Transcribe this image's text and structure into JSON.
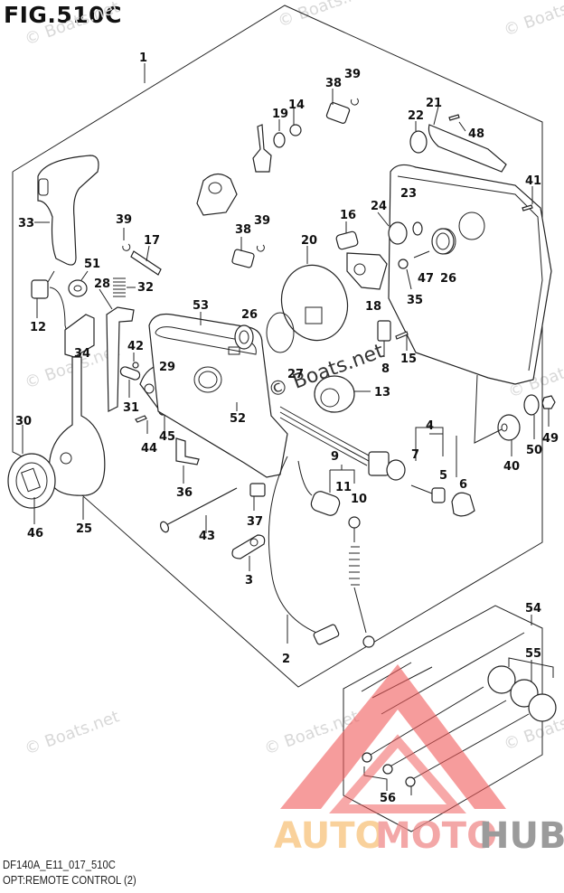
{
  "figure": {
    "title": "FIG.510C",
    "code": "DF140A_E11_017_510C",
    "name": "OPT:REMOTE CONTROL (2)"
  },
  "watermarks": {
    "boats": "© Boats.net",
    "logo_parts": [
      "AUTO",
      "MOTO",
      "HUB"
    ],
    "logo_colors": [
      "#f7c27a",
      "#f08a8a",
      "#8a8a8a"
    ],
    "triangle_color": "#f05a5a"
  },
  "callouts": {
    "c1": "1",
    "c2": "2",
    "c3": "3",
    "c4": "4",
    "c5": "5",
    "c6": "6",
    "c7": "7",
    "c8": "8",
    "c9": "9",
    "c10": "10",
    "c11": "11",
    "c12": "12",
    "c13": "13",
    "c14": "14",
    "c15": "15",
    "c16": "16",
    "c17": "17",
    "c18": "18",
    "c19": "19",
    "c20": "20",
    "c21": "21",
    "c22": "22",
    "c23": "23",
    "c24": "24",
    "c25": "25",
    "c26a": "26",
    "c26b": "26",
    "c27": "27",
    "c28": "28",
    "c29": "29",
    "c30": "30",
    "c31": "31",
    "c32": "32",
    "c33": "33",
    "c34": "34",
    "c35": "35",
    "c36": "36",
    "c37": "37",
    "c38a": "38",
    "c38b": "38",
    "c39a": "39",
    "c39b": "39",
    "c39c": "39",
    "c40": "40",
    "c41": "41",
    "c42": "42",
    "c43": "43",
    "c44": "44",
    "c45": "45",
    "c46": "46",
    "c47": "47",
    "c48": "48",
    "c49": "49",
    "c50": "50",
    "c51": "51",
    "c52": "52",
    "c53": "53",
    "c54": "54",
    "c55": "55",
    "c56": "56"
  }
}
